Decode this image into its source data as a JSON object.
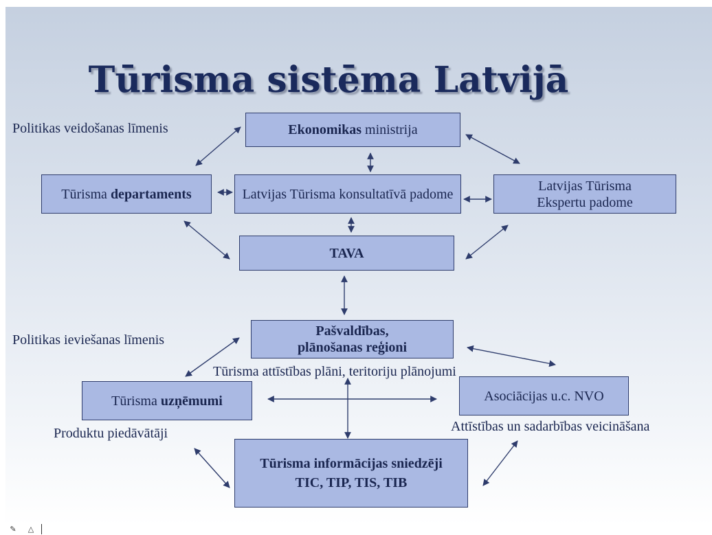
{
  "slide": {
    "title": "Tūrisma sistēma Latvijā",
    "labels": {
      "policy_making": "Politikas veidošanas līmenis",
      "policy_impl": "Politikas ieviešanas līmenis",
      "plans": "Tūrisma attīstības plāni, teritoriju plānojumi",
      "products": "Produktu piedāvātāji",
      "dev": "Attīstības un sadarbības veicināšana"
    },
    "boxes": {
      "ministry": {
        "bold": "Ekonomikas",
        "rest": " ministrija"
      },
      "department": {
        "prefix": "Tūrisma ",
        "bold": "departaments"
      },
      "council": {
        "text": "Latvijas Tūrisma konsultatīvā padome"
      },
      "experts": {
        "text": "Latvijas Tūrisma Ekspertu padome"
      },
      "tava": {
        "text": "TAVA"
      },
      "municipalities": {
        "line1": "Pašvaldības,",
        "line2": "plānošanas reģioni"
      },
      "enterprises": {
        "prefix": "Tūrisma ",
        "bold": "uzņēmumi"
      },
      "associations": {
        "text": "Asociācijas u.c. NVO"
      },
      "info": {
        "line1": "Tūrisma informācijas sniedzēji",
        "line2": "TIC, TIP, TIS, TIB"
      }
    }
  },
  "bottom_bar": {
    "pen_icon": "pen-icon",
    "up_icon": "triangle-up-icon"
  },
  "colors": {
    "box_fill": "#aab9e3",
    "title": "#1a2a5c",
    "text": "#1a2650",
    "arrow": "#2e3c6c"
  }
}
